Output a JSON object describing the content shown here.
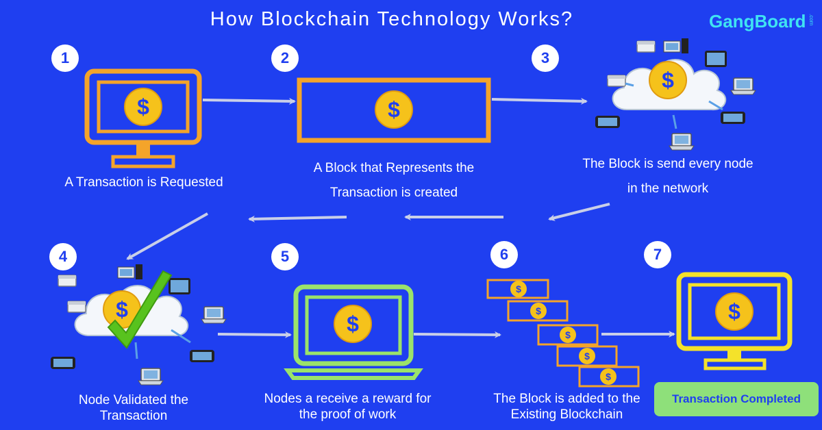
{
  "title": "How Blockchain Technology Works?",
  "brand": {
    "name": "GangBoard",
    "suffix": ".com"
  },
  "dollar_sign": "$",
  "colors": {
    "background": "#1f3ff0",
    "orange": "#f4a42a",
    "coin": "#f5c21b",
    "green": "#9be36a",
    "yellow": "#f4e22a",
    "arrow": "#c9cfe8",
    "badge": "#8ee07a",
    "brand": "#3fe3f2"
  },
  "steps": [
    {
      "number": "1",
      "caption": "A Transaction is Requested",
      "icon": "monitor-icon"
    },
    {
      "number": "2",
      "caption": "A Block that Represents the Transaction is created",
      "icon": "block-icon"
    },
    {
      "number": "3",
      "caption": "The Block is send every node in the network",
      "icon": "network-cloud-icon"
    },
    {
      "number": "4",
      "caption": "Node Validated the Transaction",
      "icon": "validated-network-icon"
    },
    {
      "number": "5",
      "caption": "Nodes a receive a reward for the proof of work",
      "icon": "laptop-icon"
    },
    {
      "number": "6",
      "caption": "The Block is added to the Existing Blockchain",
      "icon": "blockchain-icon"
    },
    {
      "number": "7",
      "caption": "",
      "icon": "monitor-icon"
    }
  ],
  "completed_label": "Transaction Completed"
}
